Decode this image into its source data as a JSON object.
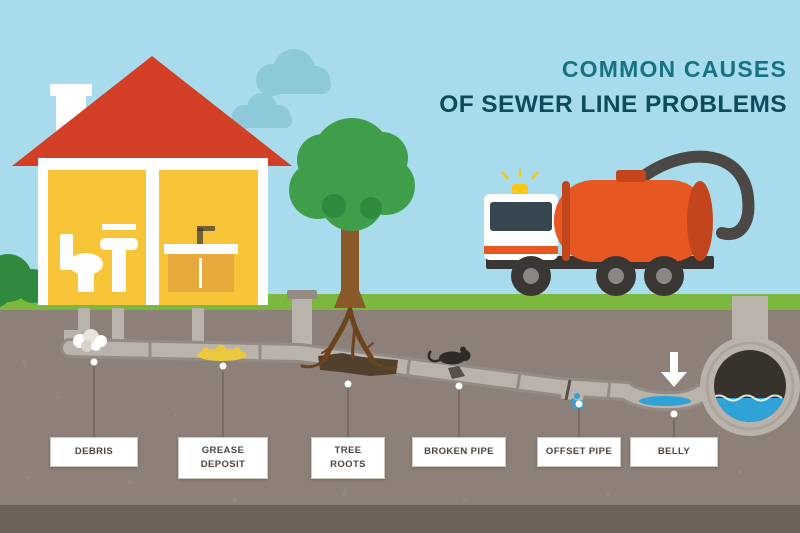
{
  "title": {
    "line1": "COMMON CAUSES",
    "line2": "OF SEWER LINE PROBLEMS"
  },
  "labels": [
    {
      "text": "DEBRIS"
    },
    {
      "text": "GREASE DEPOSIT"
    },
    {
      "text": "TREE ROOTS"
    },
    {
      "text": "BROKEN PIPE"
    },
    {
      "text": "OFFSET PIPE"
    },
    {
      "text": "BELLY"
    }
  ],
  "scene_icons": {
    "house": "house-with-plumbing-icon",
    "tree": "tree-with-roots-icon",
    "truck": "vacuum-tanker-truck-icon",
    "rat": "rat-icon",
    "belly_arrow": "down-arrow-icon",
    "sewer_main": "sewer-main-cross-section-icon",
    "clouds": "cloud-icon",
    "bush": "bush-icon"
  },
  "colors": {
    "sky": "#a8dcec",
    "cloud": "#8ec9da",
    "grass": "#7cb83e",
    "dirt": "#8c8078",
    "dirt_dark": "#6e635b",
    "speck": "#9c9188",
    "pipe": "#bab3ac",
    "pipe_dark": "#948c84",
    "house_yellow": "#f7c437",
    "cabinet_yellow": "#e8a93c",
    "roof_red": "#d23f26",
    "tree_green": "#3f9e49",
    "tree_green_dark": "#2f8a3e",
    "trunk_brown": "#8a5a2b",
    "root_brown": "#6b431d",
    "truck_orange": "#e65722",
    "truck_orange_dark": "#c2451b",
    "window_dark": "#37474f",
    "chassis_dark": "#3a3633",
    "hose_gray": "#4a4744",
    "beacon_yellow": "#f5c518",
    "water_blue": "#2fa3d6",
    "grease_yellow": "#ecc83f",
    "main_inner": "#38322c",
    "rat_black": "#2e2a27",
    "crack": "#57504a",
    "crushed_pipe": "#51402c",
    "bush_green": "#2f8a3e",
    "title_teal": "#177286",
    "title_dark": "#0c4a5c",
    "label_text": "#4c4540",
    "label_border": "#cfc8c1",
    "leader": "#6b6258"
  }
}
